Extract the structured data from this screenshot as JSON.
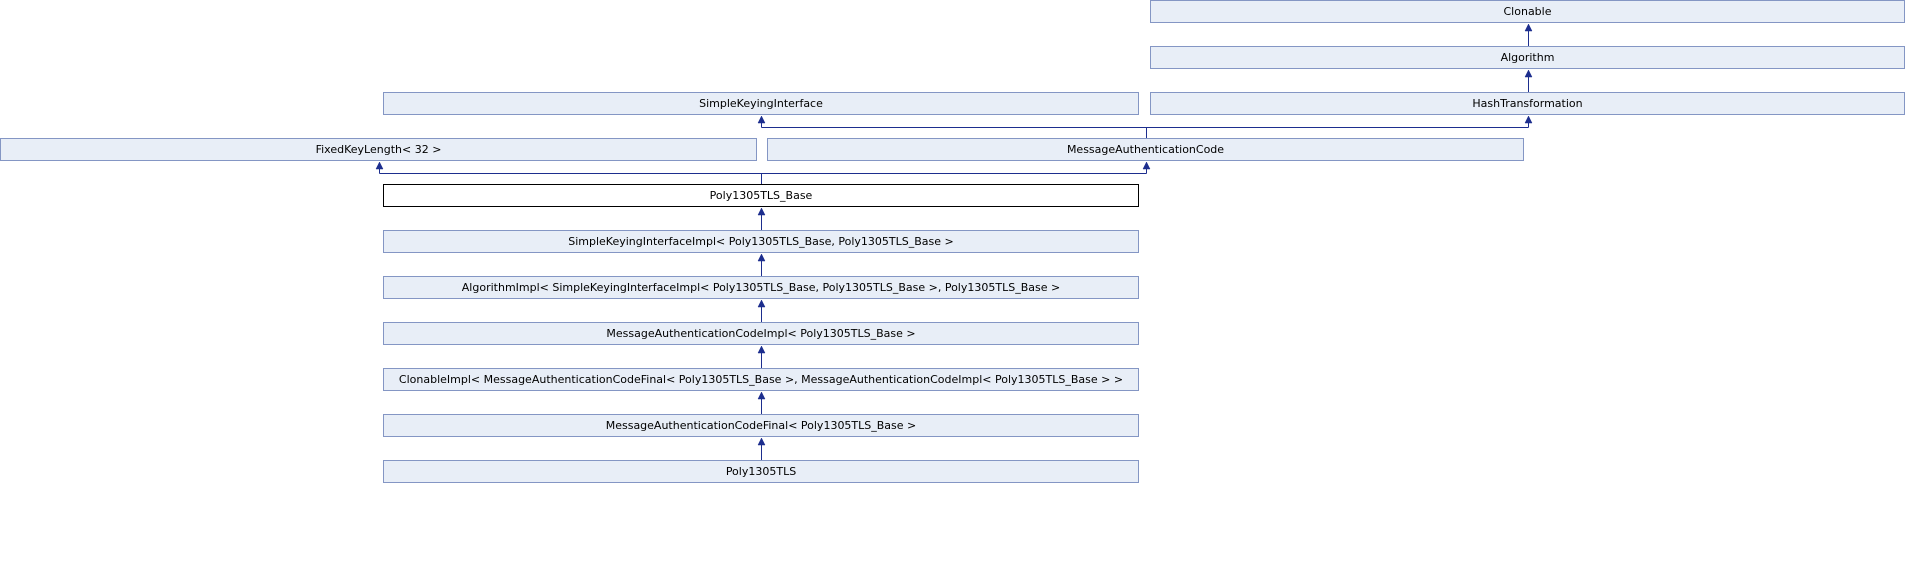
{
  "diagram": {
    "nodes": [
      {
        "id": "clonable",
        "label": "Clonable",
        "current": false
      },
      {
        "id": "algorithm",
        "label": "Algorithm",
        "current": false
      },
      {
        "id": "simple-keying-interface",
        "label": "SimpleKeyingInterface",
        "current": false
      },
      {
        "id": "hash-transformation",
        "label": "HashTransformation",
        "current": false
      },
      {
        "id": "fixed-key-length",
        "label": "FixedKeyLength< 32 >",
        "current": false
      },
      {
        "id": "message-authentication-code",
        "label": "MessageAuthenticationCode",
        "current": false
      },
      {
        "id": "poly1305tls-base",
        "label": "Poly1305TLS_Base",
        "current": true
      },
      {
        "id": "simple-keying-interface-impl",
        "label": "SimpleKeyingInterfaceImpl< Poly1305TLS_Base, Poly1305TLS_Base >",
        "current": false
      },
      {
        "id": "algorithm-impl",
        "label": "AlgorithmImpl< SimpleKeyingInterfaceImpl< Poly1305TLS_Base, Poly1305TLS_Base >, Poly1305TLS_Base >",
        "current": false
      },
      {
        "id": "message-authentication-code-impl",
        "label": "MessageAuthenticationCodeImpl< Poly1305TLS_Base >",
        "current": false
      },
      {
        "id": "clonable-impl",
        "label": "ClonableImpl< MessageAuthenticationCodeFinal< Poly1305TLS_Base >, MessageAuthenticationCodeImpl< Poly1305TLS_Base > >",
        "current": false
      },
      {
        "id": "message-authentication-code-final",
        "label": "MessageAuthenticationCodeFinal< Poly1305TLS_Base >",
        "current": false
      },
      {
        "id": "poly1305tls",
        "label": "Poly1305TLS",
        "current": false
      }
    ],
    "edges": [
      {
        "from": "algorithm",
        "to": "clonable"
      },
      {
        "from": "hash-transformation",
        "to": "algorithm"
      },
      {
        "from": "message-authentication-code",
        "to": "simple-keying-interface"
      },
      {
        "from": "message-authentication-code",
        "to": "hash-transformation"
      },
      {
        "from": "poly1305tls-base",
        "to": "fixed-key-length"
      },
      {
        "from": "poly1305tls-base",
        "to": "message-authentication-code"
      },
      {
        "from": "simple-keying-interface-impl",
        "to": "poly1305tls-base"
      },
      {
        "from": "algorithm-impl",
        "to": "simple-keying-interface-impl"
      },
      {
        "from": "message-authentication-code-impl",
        "to": "algorithm-impl"
      },
      {
        "from": "clonable-impl",
        "to": "message-authentication-code-impl"
      },
      {
        "from": "message-authentication-code-final",
        "to": "clonable-impl"
      },
      {
        "from": "poly1305tls",
        "to": "message-authentication-code-final"
      }
    ],
    "colors": {
      "node_fill": "#e8eef7",
      "node_border": "#8496c4",
      "current_border": "#000000",
      "edge": "#1d2e8e"
    }
  }
}
